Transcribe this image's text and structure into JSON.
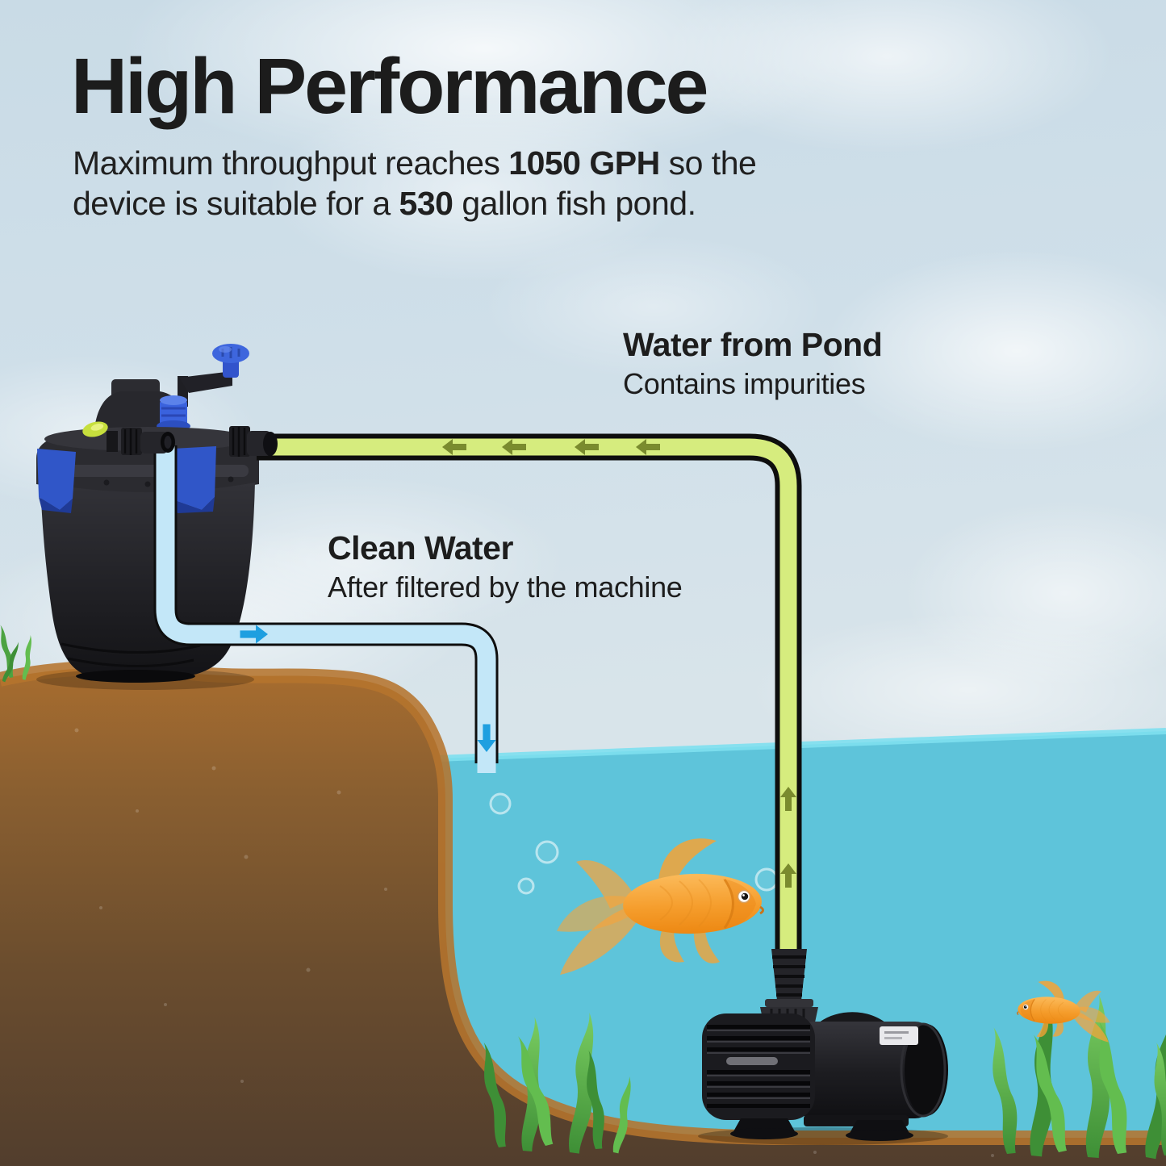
{
  "title": "High Performance",
  "subtitle": {
    "line1_pre": "Maximum throughput reaches ",
    "line1_bold": "1050 GPH",
    "line1_post": " so the",
    "line2_pre": "device is suitable for a ",
    "line2_bold": "530",
    "line2_post": " gallon fish pond."
  },
  "labels": {
    "pond_water": {
      "title": "Water from Pond",
      "subtitle": "Contains impurities"
    },
    "clean_water": {
      "title": "Clean Water",
      "subtitle": "After filtered by the machine"
    }
  },
  "colors": {
    "text": "#1c1c1c",
    "sky": "#cfdfe9",
    "water": "#5ec4da",
    "pond_pipe": "#d6ec7e",
    "pond_arrow": "#7a8b2e",
    "clean_pipe": "#c3e7f8",
    "clean_arrow": "#1e9fe0",
    "dirt_rim": "#b5742e",
    "dirt_deep": "#5f462f",
    "device_blue": "#3056c8",
    "fish_orange": "#f29422",
    "seaweed_green": "#4ca341"
  }
}
